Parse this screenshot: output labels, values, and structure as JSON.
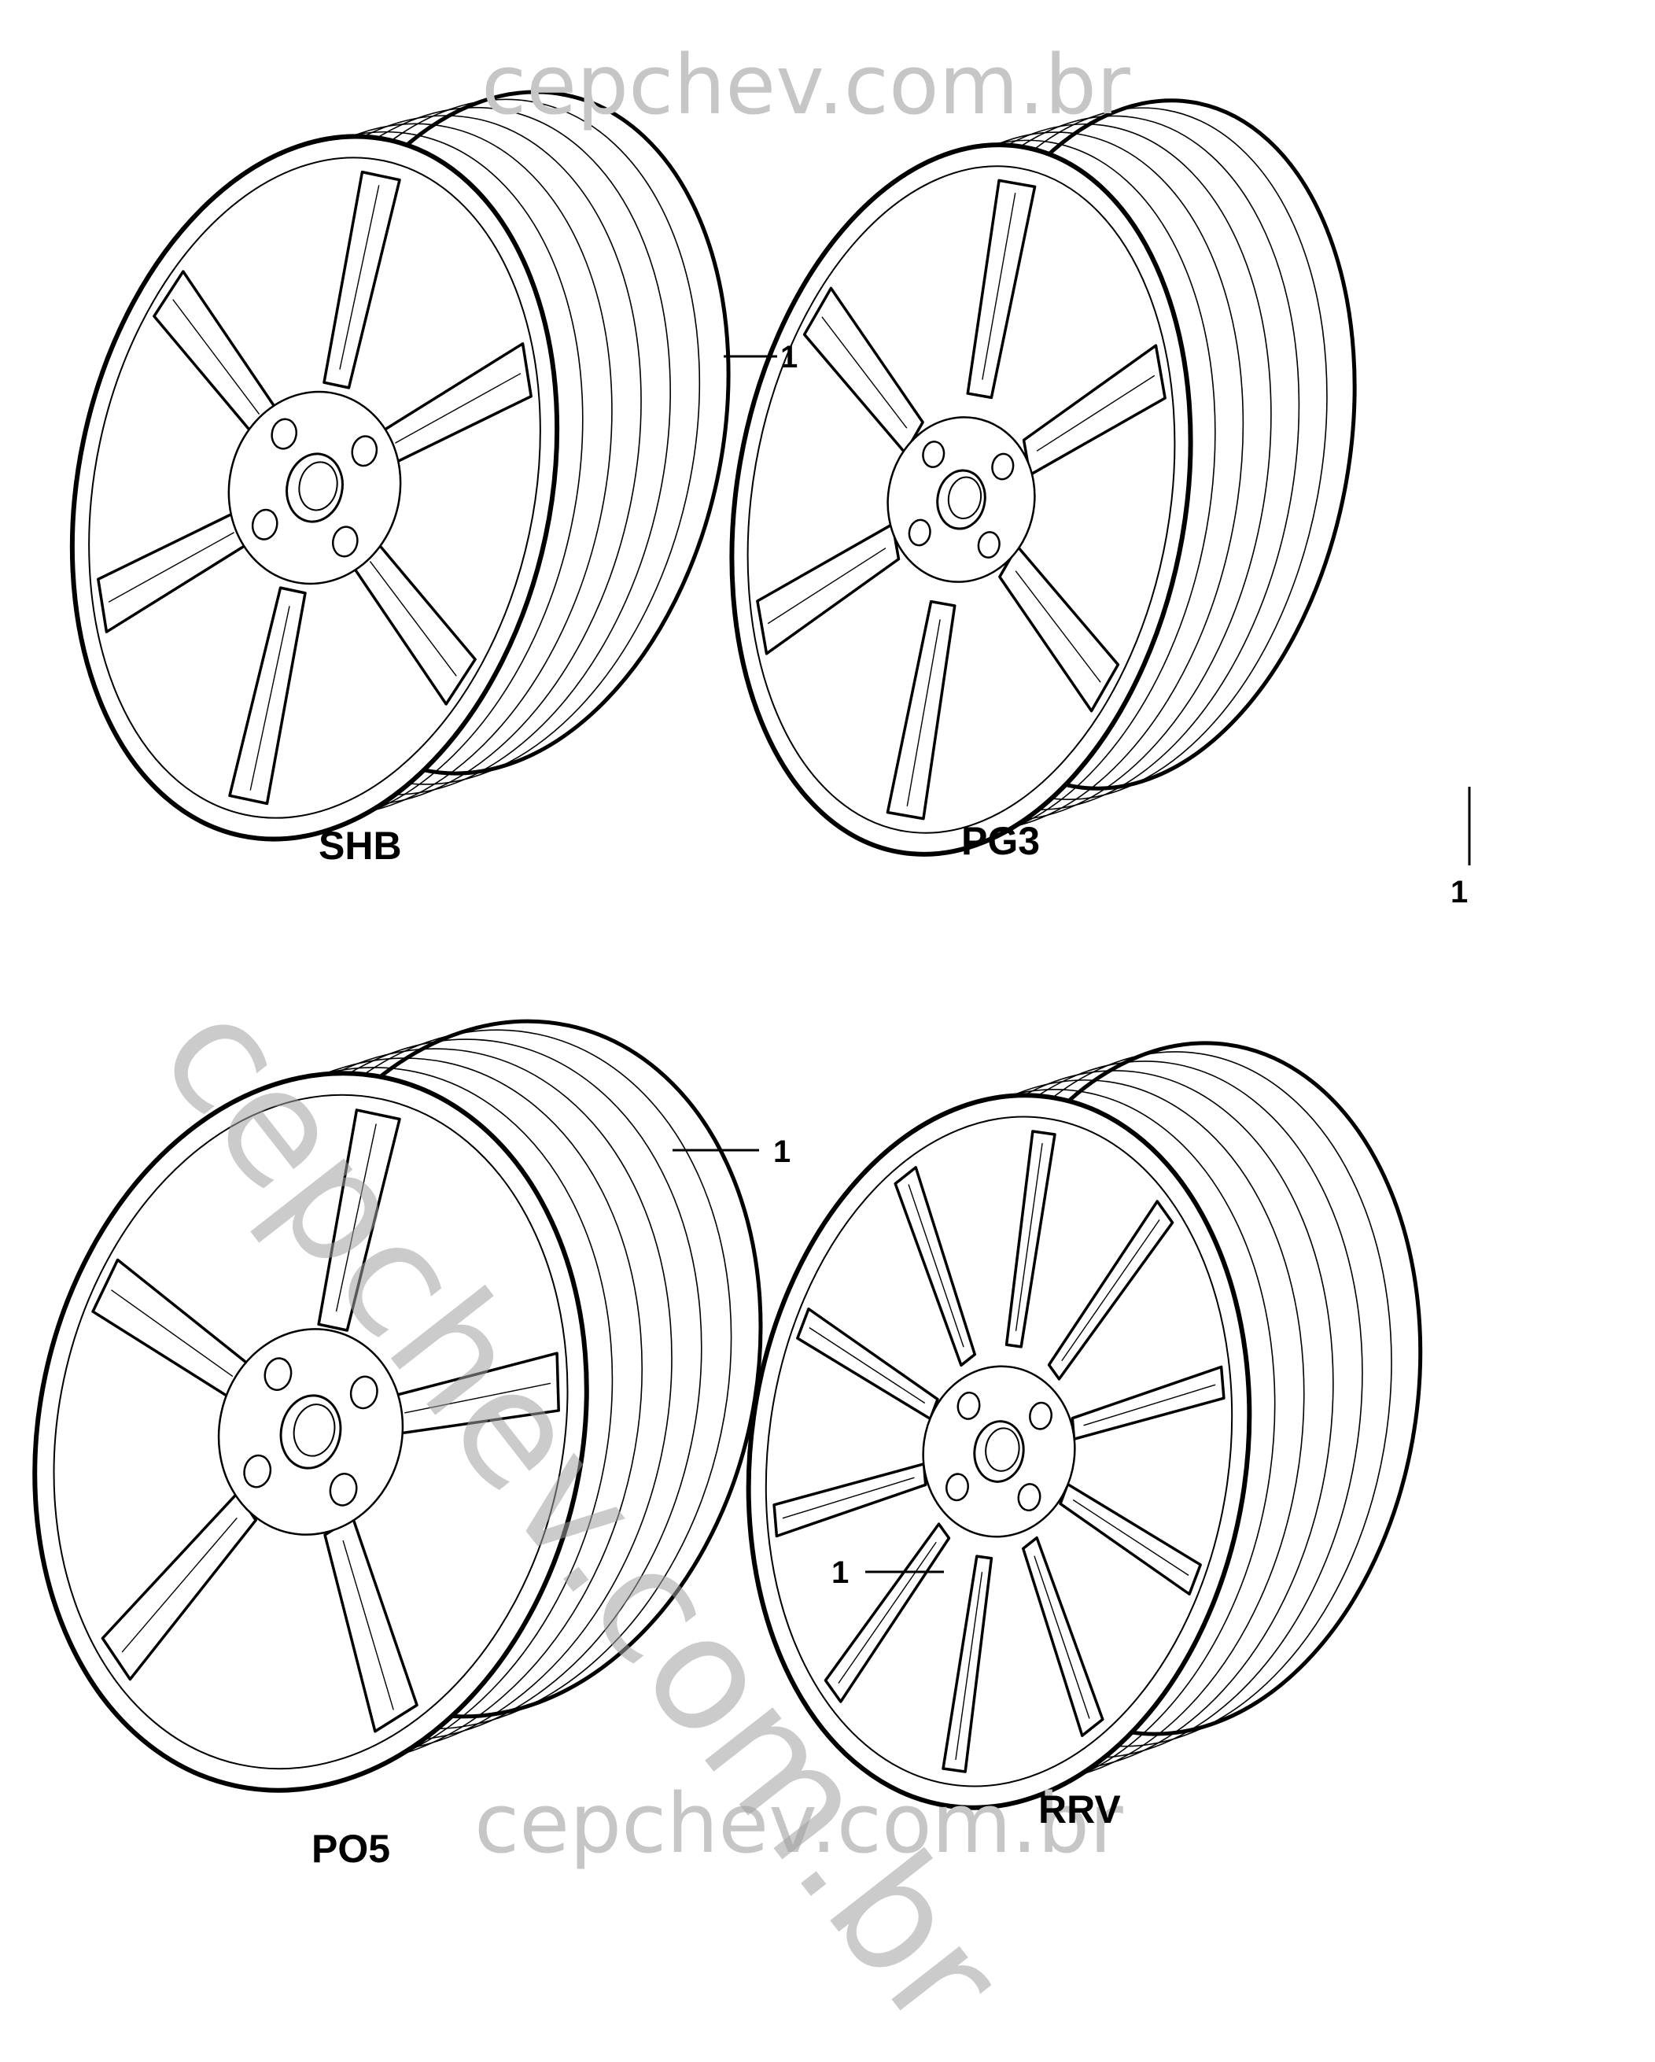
{
  "watermark": {
    "top": "cepchev.com.br",
    "bottom": "cepchev.com.br",
    "diagonal": "cepchev.com.br"
  },
  "wheels": [
    {
      "code": "SHB",
      "callout": "1",
      "spokes": 6
    },
    {
      "code": "PG3",
      "callout": "1",
      "spokes": 6
    },
    {
      "code": "PO5",
      "callout": "1",
      "spokes": 5
    },
    {
      "code": "RRV",
      "callout": "1",
      "spokes": 10
    }
  ],
  "colors": {
    "line": "#000000",
    "watermark": "#c6c6c6"
  }
}
